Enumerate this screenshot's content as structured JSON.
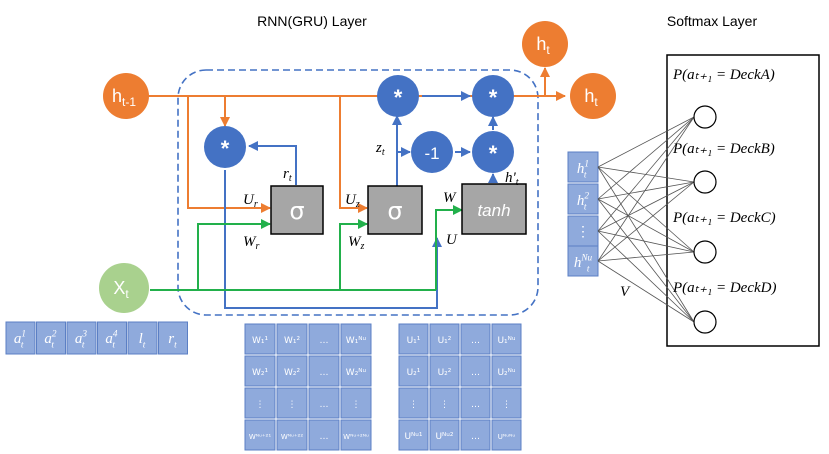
{
  "titles": {
    "rnn_layer": "RNN(GRU) Layer",
    "softmax_layer": "Softmax Layer"
  },
  "nodes": {
    "h_prev": {
      "base": "h",
      "sub": "t-1"
    },
    "h_out_top": {
      "base": "h",
      "sub": "t"
    },
    "h_out_right": {
      "base": "h",
      "sub": "t"
    },
    "x_t": {
      "base": "X",
      "sub": "t"
    },
    "mult_symbol": "*",
    "neg_one": "-1",
    "sigma": "σ",
    "tanh": "tanh"
  },
  "labels": {
    "r_t": {
      "base": "r",
      "sub": "t"
    },
    "z_t": {
      "base": "z",
      "sub": "t"
    },
    "h_prime": {
      "base": "h'",
      "sub": "t"
    },
    "U_r": {
      "base": "U",
      "sub": "r"
    },
    "W_r": {
      "base": "W",
      "sub": "r"
    },
    "U_z": {
      "base": "U",
      "sub": "z"
    },
    "W_z": {
      "base": "W",
      "sub": "z"
    },
    "W": "W",
    "U": "U",
    "V": "V"
  },
  "input_vector": [
    {
      "base": "a",
      "sub": "t",
      "sup": "1"
    },
    {
      "base": "a",
      "sub": "t",
      "sup": "2"
    },
    {
      "base": "a",
      "sub": "t",
      "sup": "3"
    },
    {
      "base": "a",
      "sub": "t",
      "sup": "4"
    },
    {
      "base": "l",
      "sub": "t",
      "sup": ""
    },
    {
      "base": "r",
      "sub": "t",
      "sup": ""
    }
  ],
  "hidden_vector": [
    {
      "base": "h",
      "sub": "t",
      "sup": "1"
    },
    {
      "base": "h",
      "sub": "t",
      "sup": "2"
    },
    {
      "base": "⋮",
      "sub": "",
      "sup": ""
    },
    {
      "base": "h",
      "sub": "t",
      "sup": "Nu"
    }
  ],
  "W_matrix": [
    [
      "W₁¹",
      "W₁²",
      "…",
      "W₁ᴺᵘ"
    ],
    [
      "W₂¹",
      "W₂²",
      "…",
      "W₂ᴺᵘ"
    ],
    [
      "⋮",
      "⋮",
      "…",
      "⋮"
    ],
    [
      "Wᴺᵘ⁺²¹",
      "Wᴺᵘ⁺²²",
      "…",
      "Wᴺᵘ⁺²ᴺᵘ"
    ]
  ],
  "U_matrix": [
    [
      "U₁¹",
      "U₁²",
      "…",
      "U₁ᴺᵘ"
    ],
    [
      "U₂¹",
      "U₂²",
      "…",
      "U₂ᴺᵘ"
    ],
    [
      "⋮",
      "⋮",
      "…",
      "⋮"
    ],
    [
      "Uᴺᵘ¹",
      "Uᴺᵘ²",
      "…",
      "Uᴺᵘᴺᵘ"
    ]
  ],
  "softmax_outputs": [
    "P(aₜ₊₁ = DeckA)",
    "P(aₜ₊₁ = DeckB)",
    "P(aₜ₊₁ = DeckC)",
    "P(aₜ₊₁ = DeckD)"
  ],
  "colors": {
    "orange": "#ED7D31",
    "blue": "#4472C4",
    "green": "#22B04B",
    "green_node": "#A9D18E",
    "gray": "#A6A6A6",
    "cell_fill": "#8FAADC",
    "cell_stroke": "#5B7FC4"
  }
}
